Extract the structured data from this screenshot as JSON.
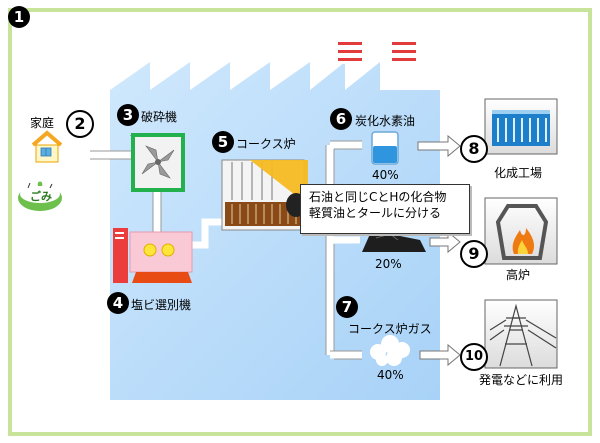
{
  "title_number": "1",
  "home": {
    "number": "2",
    "label": "家庭",
    "waste_label": "ごみ"
  },
  "crusher": {
    "number": "3",
    "label": "破砕機"
  },
  "pvc_sorter": {
    "number": "4",
    "label": "塩ビ選別機"
  },
  "coke_oven": {
    "number": "5",
    "label": "コークス炉"
  },
  "hydrocarbon_oil": {
    "number": "6",
    "label": "炭化水素油",
    "percent": "40%"
  },
  "chemical_plant": {
    "number": "8",
    "label": "化成工場"
  },
  "blast_furnace": {
    "number": "9",
    "label": "高炉",
    "percent": "20%"
  },
  "coke_gas": {
    "number": "7",
    "label": "コークス炉ガス",
    "percent": "40%"
  },
  "power": {
    "number": "10",
    "label": "発電などに利用"
  },
  "note": {
    "line1": "石油と同じCとHの化合物",
    "line2": "軽質油とタールに分ける"
  },
  "colors": {
    "border_green": "#c8e39a",
    "factory_blue": "#bfe0fb",
    "crusher_green": "#23b14d",
    "flame_orange": "#f07a12"
  }
}
